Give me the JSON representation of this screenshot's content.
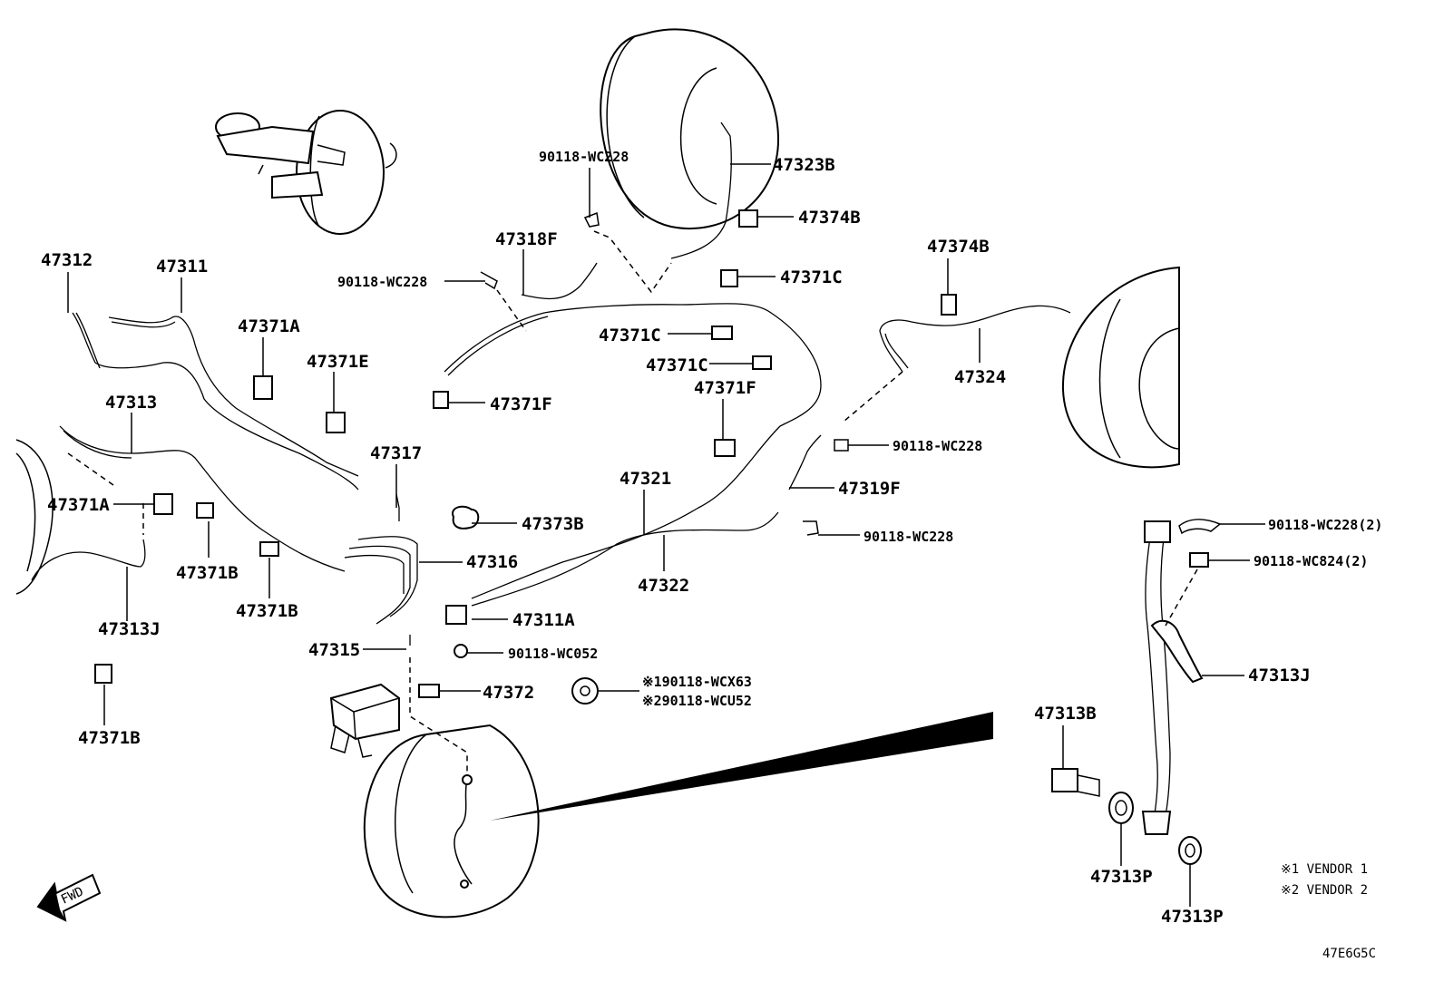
{
  "diagram": {
    "code": "47E6G5C",
    "fwd_label": "FWD",
    "vendor_notes": [
      "※1 VENDOR 1",
      "※2 VENDOR 2"
    ],
    "labels": {
      "p47312": "47312",
      "p47311": "47311",
      "p47371A_top": "47371A",
      "p47371E": "47371E",
      "p47313": "47313",
      "p47371A_left": "47371A",
      "p47371B_a": "47371B",
      "p47371B_b": "47371B",
      "p47313J_left": "47313J",
      "p47371B_c": "47371B",
      "p47317": "47317",
      "p47316": "47316",
      "p47315": "47315",
      "p47311A": "47311A",
      "c90118WC052": "90118-WC052",
      "p47372": "47372",
      "vendor1": "※190118-WCX63",
      "vendor2": "※290118-WCU52",
      "p47373B": "47373B",
      "p47321": "47321",
      "p47322": "47322",
      "c90118WC228_a": "90118-WC228",
      "c90118WC228_b": "90118-WC228",
      "p47318F": "47318F",
      "p47371F_a": "47371F",
      "p47371C_a": "47371C",
      "p47371C_b": "47371C",
      "p47371F_b": "47371F",
      "p47323B": "47323B",
      "p47374B_a": "47374B",
      "p47371C_c": "47371C",
      "p47374B_b": "47374B",
      "p47324": "47324",
      "c90118WC228_c": "90118-WC228",
      "p47319F": "47319F",
      "c90118WC228_d": "90118-WC228",
      "c90118WC228_2": "90118-WC228(2)",
      "c90118WC824_2": "90118-WC824(2)",
      "p47313J_right": "47313J",
      "p47313B": "47313B",
      "p47313P_a": "47313P",
      "p47313P_b": "47313P"
    }
  }
}
